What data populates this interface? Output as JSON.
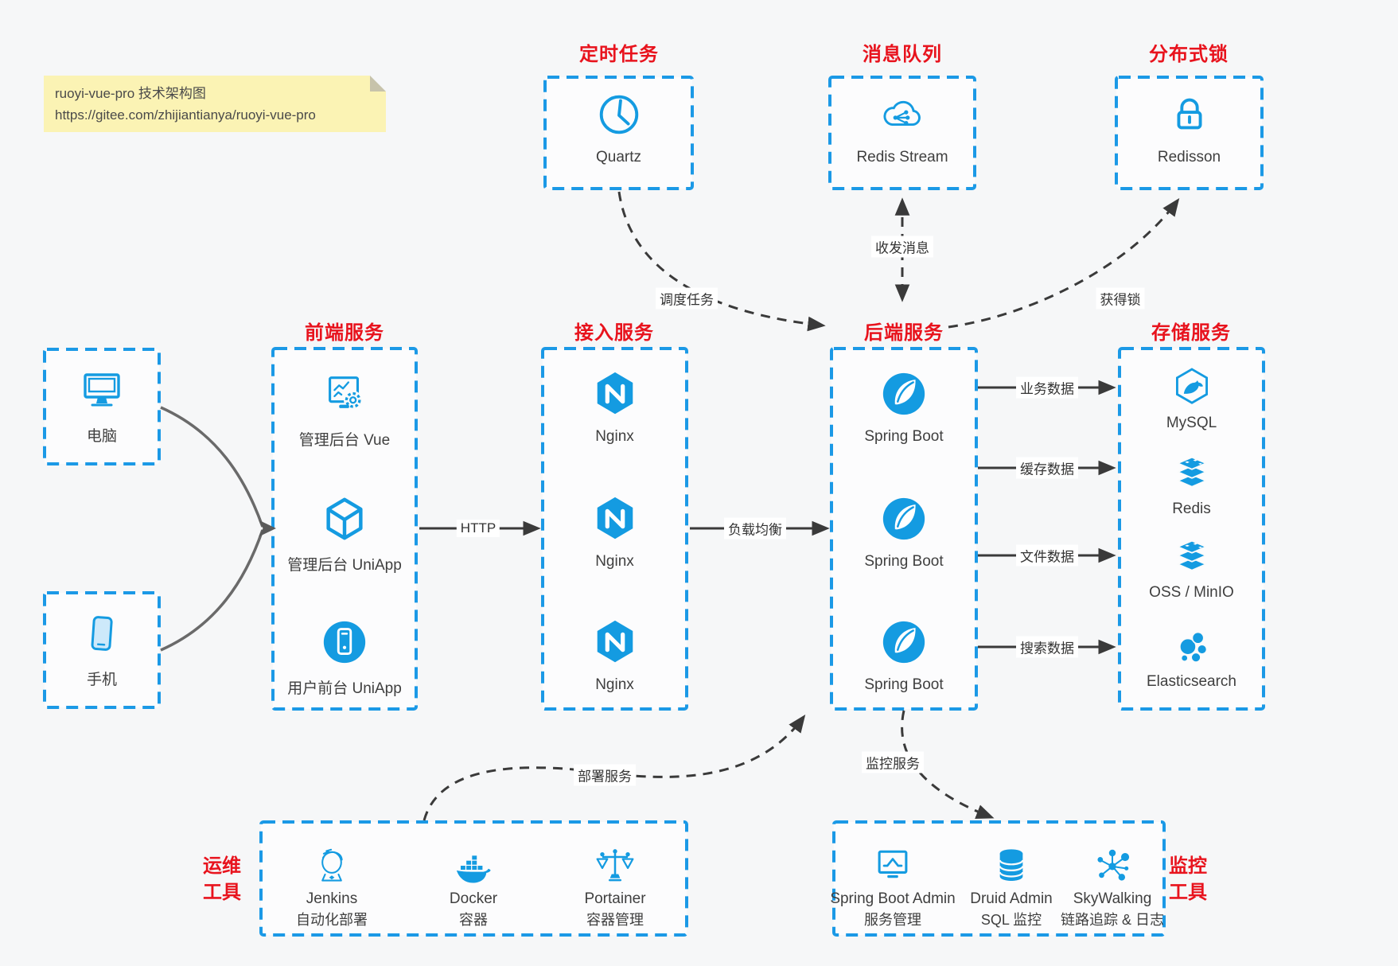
{
  "colors": {
    "page_bg": "#f6f7f8",
    "box_border": "#1b99e6",
    "icon_blue": "#149be1",
    "label_red": "#e8131d",
    "arrow_dark": "#3a3a3a",
    "note_bg": "#fbf3b4"
  },
  "note": {
    "line1": "ruoyi-vue-pro 技术架构图",
    "line2": "https://gitee.com/zhijiantianya/ruoyi-vue-pro"
  },
  "groups": {
    "clients": {
      "items": [
        {
          "text": "电脑",
          "icon": "desktop-icon"
        },
        {
          "text": "手机",
          "icon": "mobile-phone-icon"
        }
      ]
    },
    "scheduled": {
      "label": "定时任务",
      "item": "Quartz",
      "icon": "clock-icon"
    },
    "mq": {
      "label": "消息队列",
      "item": "Redis Stream",
      "icon": "cloud-message-icon"
    },
    "lock": {
      "label": "分布式锁",
      "item": "Redisson",
      "icon": "padlock-icon"
    },
    "frontend": {
      "label": "前端服务",
      "items": [
        {
          "text": "管理后台 Vue",
          "icon": "admin-screen-gear-icon"
        },
        {
          "text": "管理后台 UniApp",
          "icon": "uniapp-cube-icon"
        },
        {
          "text": "用户前台 UniApp",
          "icon": "mobile-app-circle-icon"
        }
      ]
    },
    "gateway": {
      "label": "接入服务",
      "items": [
        {
          "text": "Nginx",
          "icon": "nginx-icon"
        },
        {
          "text": "Nginx",
          "icon": "nginx-icon"
        },
        {
          "text": "Nginx",
          "icon": "nginx-icon"
        }
      ]
    },
    "backend": {
      "label": "后端服务",
      "items": [
        {
          "text": "Spring Boot",
          "icon": "spring-boot-icon"
        },
        {
          "text": "Spring Boot",
          "icon": "spring-boot-icon"
        },
        {
          "text": "Spring Boot",
          "icon": "spring-boot-icon"
        }
      ]
    },
    "storage": {
      "label": "存储服务",
      "items": [
        {
          "text": "MySQL",
          "icon": "mysql-icon"
        },
        {
          "text": "Redis",
          "icon": "redis-stack-icon"
        },
        {
          "text": "OSS / MinIO",
          "icon": "object-storage-icon"
        },
        {
          "text": "Elasticsearch",
          "icon": "elasticsearch-icon"
        }
      ]
    },
    "ops": {
      "label_line1": "运维",
      "label_line2": "工具",
      "items": [
        {
          "name": "Jenkins",
          "desc": "自动化部署",
          "icon": "jenkins-icon"
        },
        {
          "name": "Docker",
          "desc": "容器",
          "icon": "docker-whale-icon"
        },
        {
          "name": "Portainer",
          "desc": "容器管理",
          "icon": "scales-icon"
        }
      ]
    },
    "monitoring": {
      "label_line1": "监控",
      "label_line2": "工具",
      "items": [
        {
          "name": "Spring Boot Admin",
          "desc": "服务管理",
          "icon": "monitor-chart-icon"
        },
        {
          "name": "Druid Admin",
          "desc": "SQL 监控",
          "icon": "database-icon"
        },
        {
          "name": "SkyWalking",
          "desc": "链路追踪 & 日志",
          "icon": "topology-icon"
        }
      ]
    }
  },
  "edges": {
    "http": "HTTP",
    "load_balance": "负载均衡",
    "business_data": "业务数据",
    "cache_data": "缓存数据",
    "file_data": "文件数据",
    "search_data": "搜索数据",
    "schedule_task": "调度任务",
    "send_receive_message": "收发消息",
    "acquire_lock": "获得锁",
    "deploy_service": "部署服务",
    "monitor_service": "监控服务"
  }
}
